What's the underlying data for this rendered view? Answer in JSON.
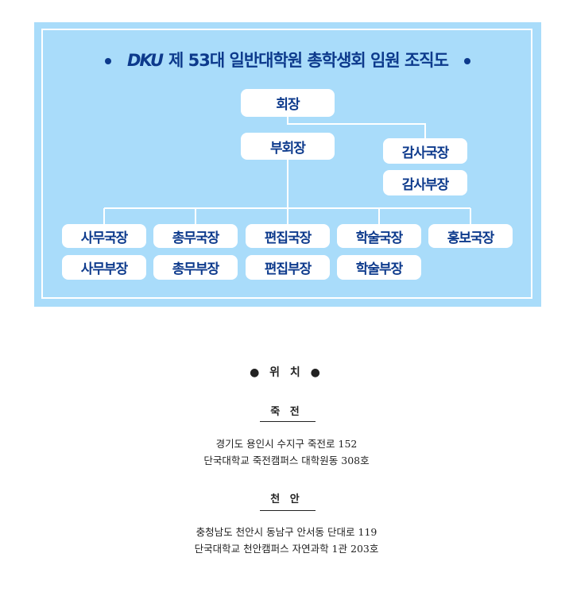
{
  "org_chart": {
    "logo": "DKU",
    "title": "제 53대 일반대학원 총학생회 임원 조직도",
    "president": "회장",
    "vice_president": "부회장",
    "audit": [
      "감사국장",
      "감사부장"
    ],
    "directors": [
      "사무국장",
      "총무국장",
      "편집국장",
      "학술국장",
      "홍보국장"
    ],
    "deputies": [
      "사무부장",
      "총무부장",
      "편집부장",
      "학술부장"
    ]
  },
  "location": {
    "heading": "위 치",
    "campuses": [
      {
        "name": "죽 전",
        "lines": [
          "경기도 용인시 수지구 죽전로 152",
          "단국대학교 죽전캠퍼스 대학원동 308호"
        ]
      },
      {
        "name": "천 안",
        "lines": [
          "충청남도 천안시 동남구 안서동 단대로 119",
          "단국대학교 천안캠퍼스 자연과학 1관 203호"
        ]
      }
    ]
  }
}
